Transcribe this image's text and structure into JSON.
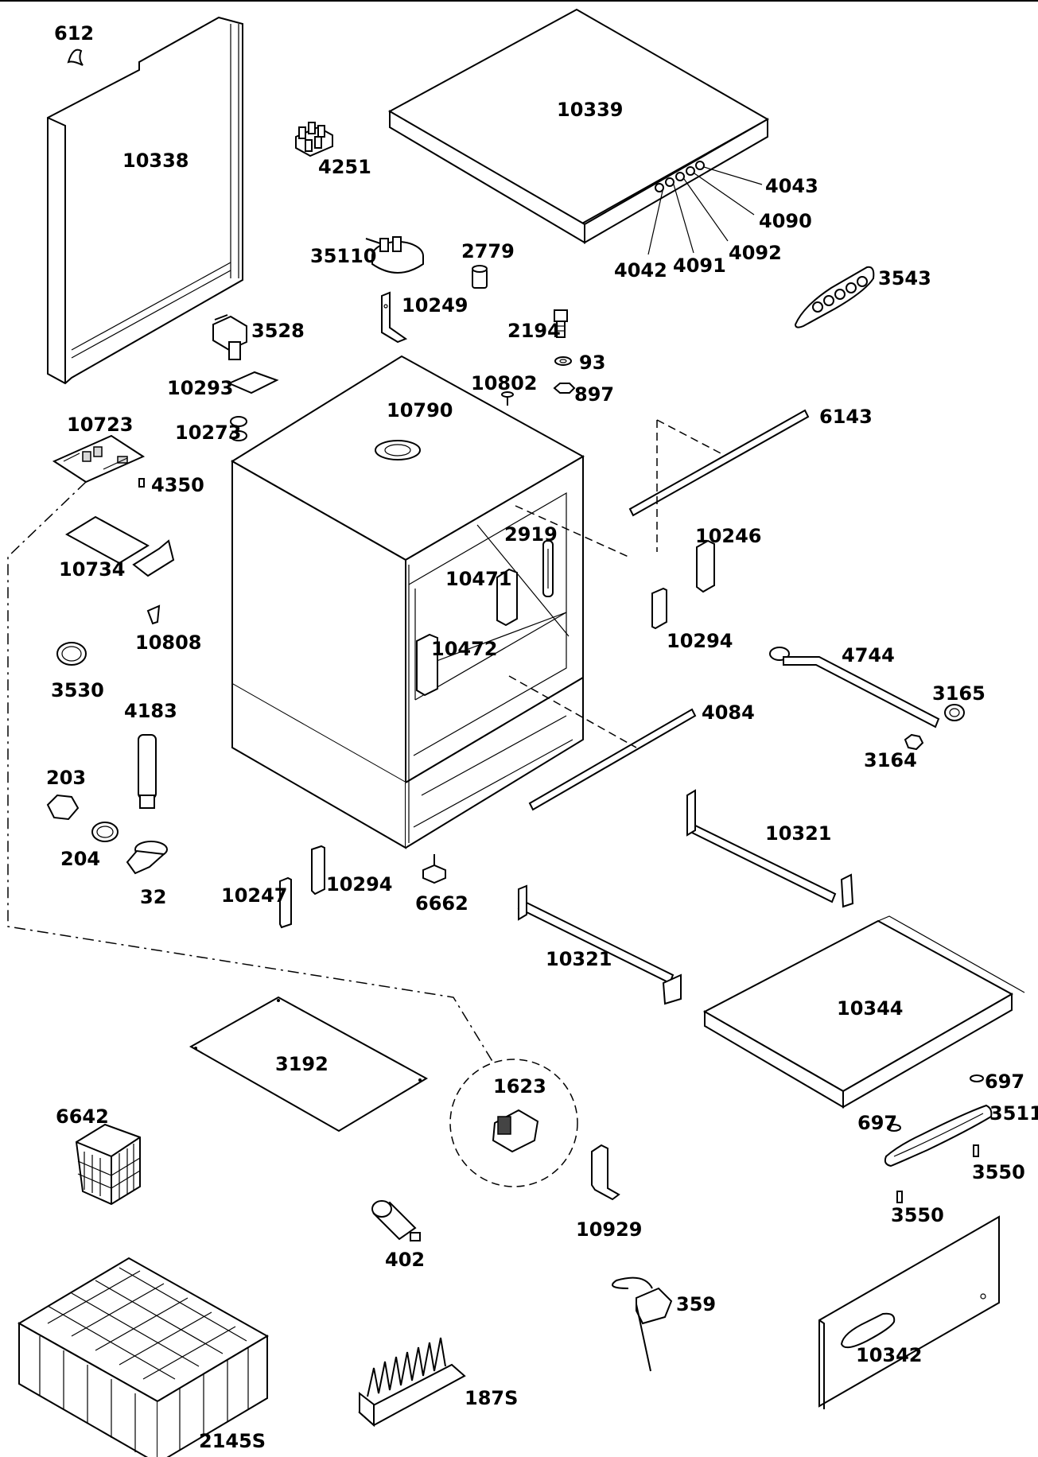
{
  "parts": [
    {
      "id": "lbl-612",
      "text": "612"
    },
    {
      "id": "lbl-10338",
      "text": "10338"
    },
    {
      "id": "lbl-4251",
      "text": "4251"
    },
    {
      "id": "lbl-10339",
      "text": "10339"
    },
    {
      "id": "lbl-4043",
      "text": "4043"
    },
    {
      "id": "lbl-4090",
      "text": "4090"
    },
    {
      "id": "lbl-4092",
      "text": "4092"
    },
    {
      "id": "lbl-4091",
      "text": "4091"
    },
    {
      "id": "lbl-4042",
      "text": "4042"
    },
    {
      "id": "lbl-35110",
      "text": "35110"
    },
    {
      "id": "lbl-2779",
      "text": "2779"
    },
    {
      "id": "lbl-3543",
      "text": "3543"
    },
    {
      "id": "lbl-10249",
      "text": "10249"
    },
    {
      "id": "lbl-2194",
      "text": "2194"
    },
    {
      "id": "lbl-3528",
      "text": "3528"
    },
    {
      "id": "lbl-93",
      "text": "93"
    },
    {
      "id": "lbl-10293",
      "text": "10293"
    },
    {
      "id": "lbl-10802",
      "text": "10802"
    },
    {
      "id": "lbl-897",
      "text": "897"
    },
    {
      "id": "lbl-10790",
      "text": "10790"
    },
    {
      "id": "lbl-10723",
      "text": "10723"
    },
    {
      "id": "lbl-10273",
      "text": "10273"
    },
    {
      "id": "lbl-6143",
      "text": "6143"
    },
    {
      "id": "lbl-4350",
      "text": "4350"
    },
    {
      "id": "lbl-10734",
      "text": "10734"
    },
    {
      "id": "lbl-2919",
      "text": "2919"
    },
    {
      "id": "lbl-10246",
      "text": "10246"
    },
    {
      "id": "lbl-10471",
      "text": "10471"
    },
    {
      "id": "lbl-10808",
      "text": "10808"
    },
    {
      "id": "lbl-10294a",
      "text": "10294"
    },
    {
      "id": "lbl-3530",
      "text": "3530"
    },
    {
      "id": "lbl-10472",
      "text": "10472"
    },
    {
      "id": "lbl-4744",
      "text": "4744"
    },
    {
      "id": "lbl-4183",
      "text": "4183"
    },
    {
      "id": "lbl-3165",
      "text": "3165"
    },
    {
      "id": "lbl-4084",
      "text": "4084"
    },
    {
      "id": "lbl-3164",
      "text": "3164"
    },
    {
      "id": "lbl-203",
      "text": "203"
    },
    {
      "id": "lbl-10321a",
      "text": "10321"
    },
    {
      "id": "lbl-204",
      "text": "204"
    },
    {
      "id": "lbl-32",
      "text": "32"
    },
    {
      "id": "lbl-10294b",
      "text": "10294"
    },
    {
      "id": "lbl-10247",
      "text": "10247"
    },
    {
      "id": "lbl-6662",
      "text": "6662"
    },
    {
      "id": "lbl-10321b",
      "text": "10321"
    },
    {
      "id": "lbl-10344",
      "text": "10344"
    },
    {
      "id": "lbl-3192",
      "text": "3192"
    },
    {
      "id": "lbl-1623",
      "text": "1623"
    },
    {
      "id": "lbl-697a",
      "text": "697"
    },
    {
      "id": "lbl-6642",
      "text": "6642"
    },
    {
      "id": "lbl-3511",
      "text": "3511"
    },
    {
      "id": "lbl-697b",
      "text": "697"
    },
    {
      "id": "lbl-3550a",
      "text": "3550"
    },
    {
      "id": "lbl-10929",
      "text": "10929"
    },
    {
      "id": "lbl-3550b",
      "text": "3550"
    },
    {
      "id": "lbl-402",
      "text": "402"
    },
    {
      "id": "lbl-359",
      "text": "359"
    },
    {
      "id": "lbl-10342",
      "text": "10342"
    },
    {
      "id": "lbl-187S",
      "text": "187S"
    },
    {
      "id": "lbl-2145S",
      "text": "2145S"
    }
  ]
}
